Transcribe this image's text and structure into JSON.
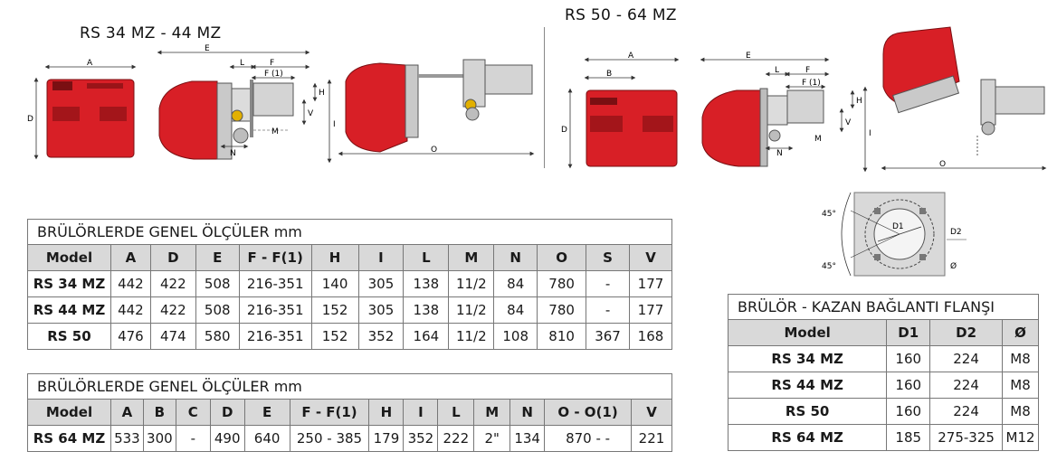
{
  "diagrams": {
    "left_title": "RS 34 MZ - 44 MZ",
    "right_title": "RS 50 - 64 MZ",
    "left_labels": {
      "A": "A",
      "D": "D",
      "E": "E",
      "L": "L",
      "F": "F",
      "F1": "F (1)",
      "H": "H",
      "V": "V",
      "M": "M",
      "N": "N",
      "I": "I",
      "O": "O"
    },
    "right_labels": {
      "A": "A",
      "B": "B",
      "D": "D",
      "E": "E",
      "L": "L",
      "F": "F",
      "F1": "F (1)",
      "H": "H",
      "V": "V",
      "M": "M",
      "N": "N",
      "I": "I",
      "O": "O"
    },
    "flange": {
      "angle_top": "45°",
      "angle_bottom": "45°",
      "d1": "D1",
      "d2": "D2",
      "hole": "Ø"
    }
  },
  "table1": {
    "title": "BRÜLÖRLERDE GENEL ÖLÇÜLER mm",
    "headers": [
      "Model",
      "A",
      "D",
      "E",
      "F - F(1)",
      "H",
      "I",
      "L",
      "M",
      "N",
      "O",
      "S",
      "V"
    ],
    "rows": [
      [
        "RS 34 MZ",
        "442",
        "422",
        "508",
        "216-351",
        "140",
        "305",
        "138",
        "11/2",
        "84",
        "780",
        "-",
        "177"
      ],
      [
        "RS 44 MZ",
        "442",
        "422",
        "508",
        "216-351",
        "152",
        "305",
        "138",
        "11/2",
        "84",
        "780",
        "-",
        "177"
      ],
      [
        "RS 50",
        "476",
        "474",
        "580",
        "216-351",
        "152",
        "352",
        "164",
        "11/2",
        "108",
        "810",
        "367",
        "168"
      ]
    ]
  },
  "table2": {
    "title": "BRÜLÖRLERDE GENEL ÖLÇÜLER mm",
    "headers": [
      "Model",
      "A",
      "B",
      "C",
      "D",
      "E",
      "F - F(1)",
      "H",
      "I",
      "L",
      "M",
      "N",
      "O - O(1)",
      "V"
    ],
    "rows": [
      [
        "RS 64 MZ",
        "533",
        "300",
        "-",
        "490",
        "640",
        "250 - 385",
        "179",
        "352",
        "222",
        "2\"",
        "134",
        "870 - -",
        "221"
      ]
    ]
  },
  "table3": {
    "title": "BRÜLÖR - KAZAN BAĞLANTI FLANŞI",
    "headers": [
      "Model",
      "D1",
      "D2",
      "Ø"
    ],
    "rows": [
      [
        "RS 34 MZ",
        "160",
        "224",
        "M8"
      ],
      [
        "RS 44 MZ",
        "160",
        "224",
        "M8"
      ],
      [
        "RS 50",
        "160",
        "224",
        "M8"
      ],
      [
        "RS 64 MZ",
        "185",
        "275-325",
        "M12"
      ]
    ]
  },
  "colors": {
    "burner_red": "#d81f26",
    "header_gray": "#d9d9d9",
    "line": "#333333"
  }
}
